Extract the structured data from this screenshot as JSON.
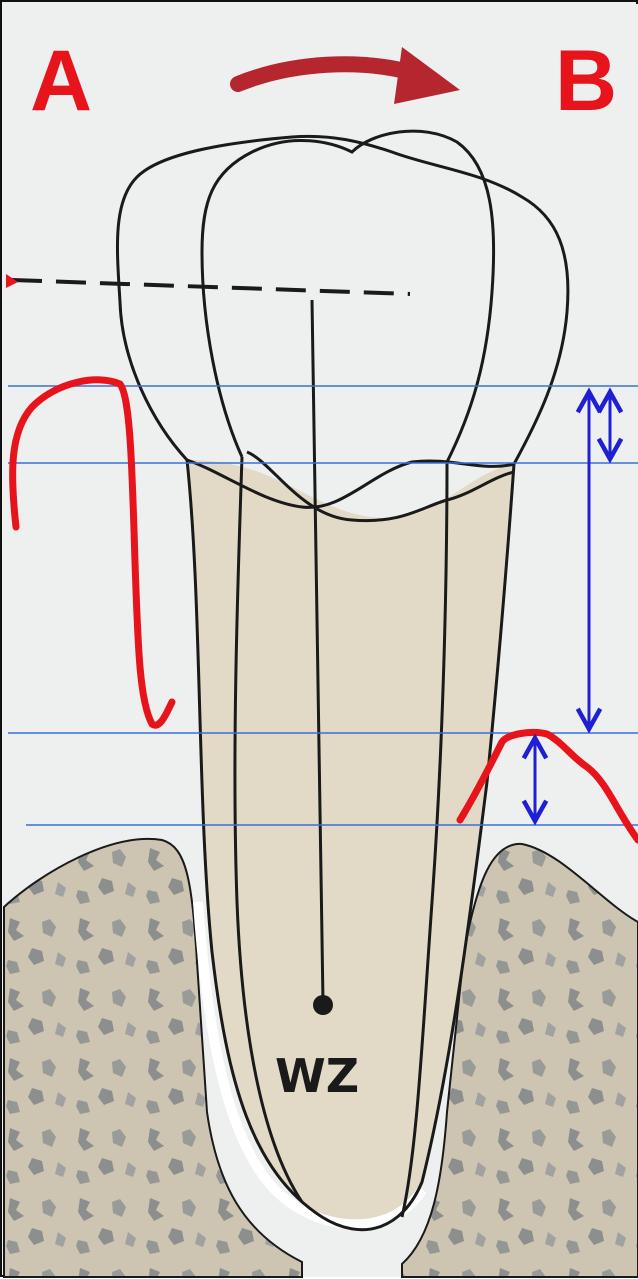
{
  "labels": {
    "left": "A",
    "right": "B",
    "center_of_rotation": "WZ"
  },
  "colors": {
    "annotation_red": "#e8141c",
    "rotation_arrow": "#b6262f",
    "measure_arrow": "#1f1fd6",
    "guide_line": "#3a6fd6",
    "bone_fill": "#cdc4b2",
    "bone_texture": "#8d8f8e",
    "root_fill": "#e2dac6",
    "background": "#eef0ef",
    "outline": "#1a1a1a"
  },
  "icons": {
    "rotation": "curved-arrow-right-icon",
    "rotation_center": "dot-icon"
  }
}
